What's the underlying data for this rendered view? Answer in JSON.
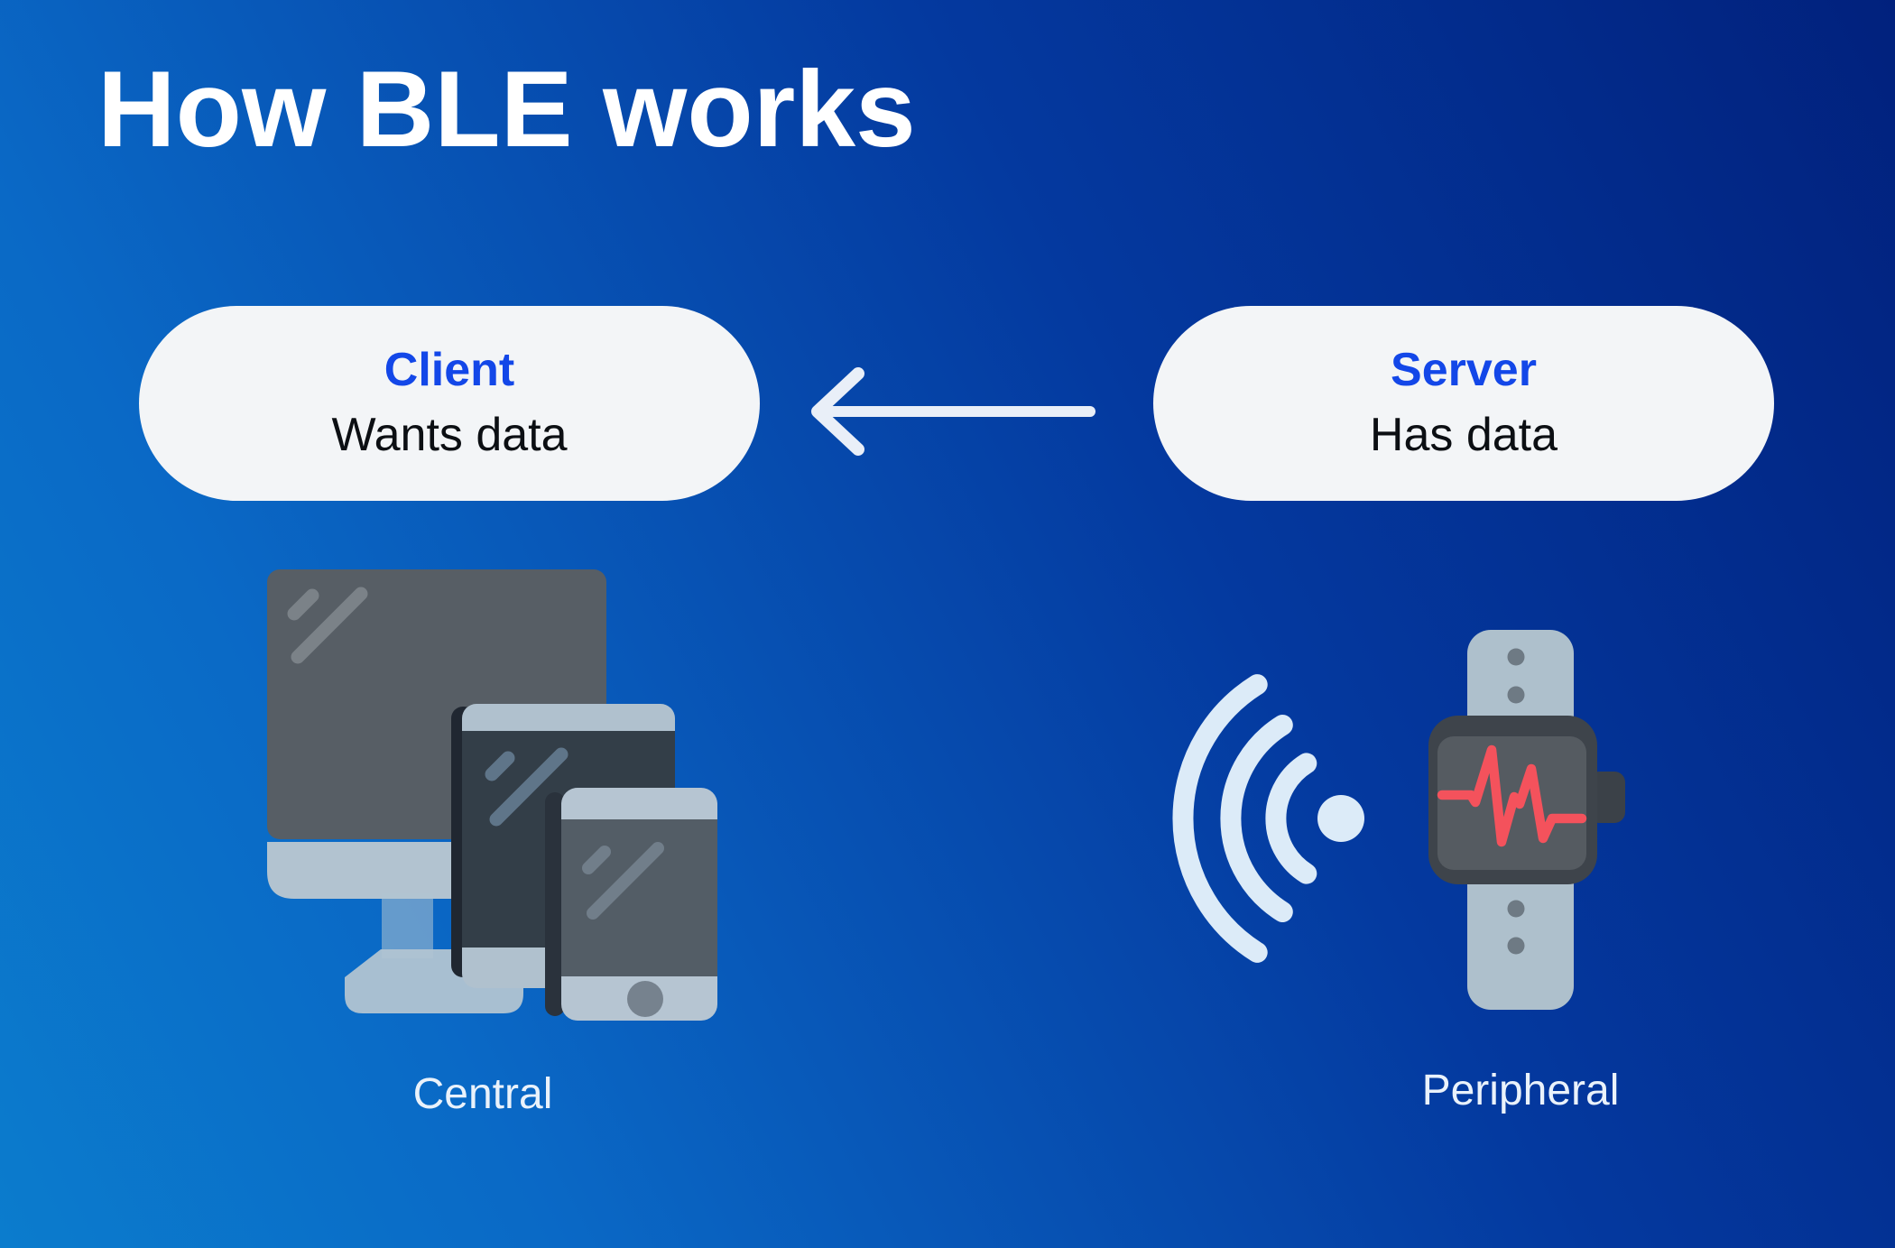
{
  "title": "How BLE works",
  "client": {
    "label": "Client",
    "sublabel": "Wants data",
    "role": "Central"
  },
  "server": {
    "label": "Server",
    "sublabel": "Has data",
    "role": "Peripheral"
  },
  "connection": {
    "from": "Server",
    "to": "Client",
    "icon": "left-arrow-icon"
  },
  "icons": {
    "central_cluster": "desktop-tablet-smartphone-icon",
    "peripheral_signal": "wireless-signal-icon",
    "peripheral_device": "smartwatch-heartbeat-icon"
  },
  "colors": {
    "background_gradient_start": "#0b7ccd",
    "background_gradient_end": "#01217d",
    "accent_blue": "#1347e8",
    "pill_background": "#f3f5f7",
    "dark_text": "#0c0f13",
    "light_text": "#eaf2fb",
    "pulse_red": "#f4525c"
  }
}
